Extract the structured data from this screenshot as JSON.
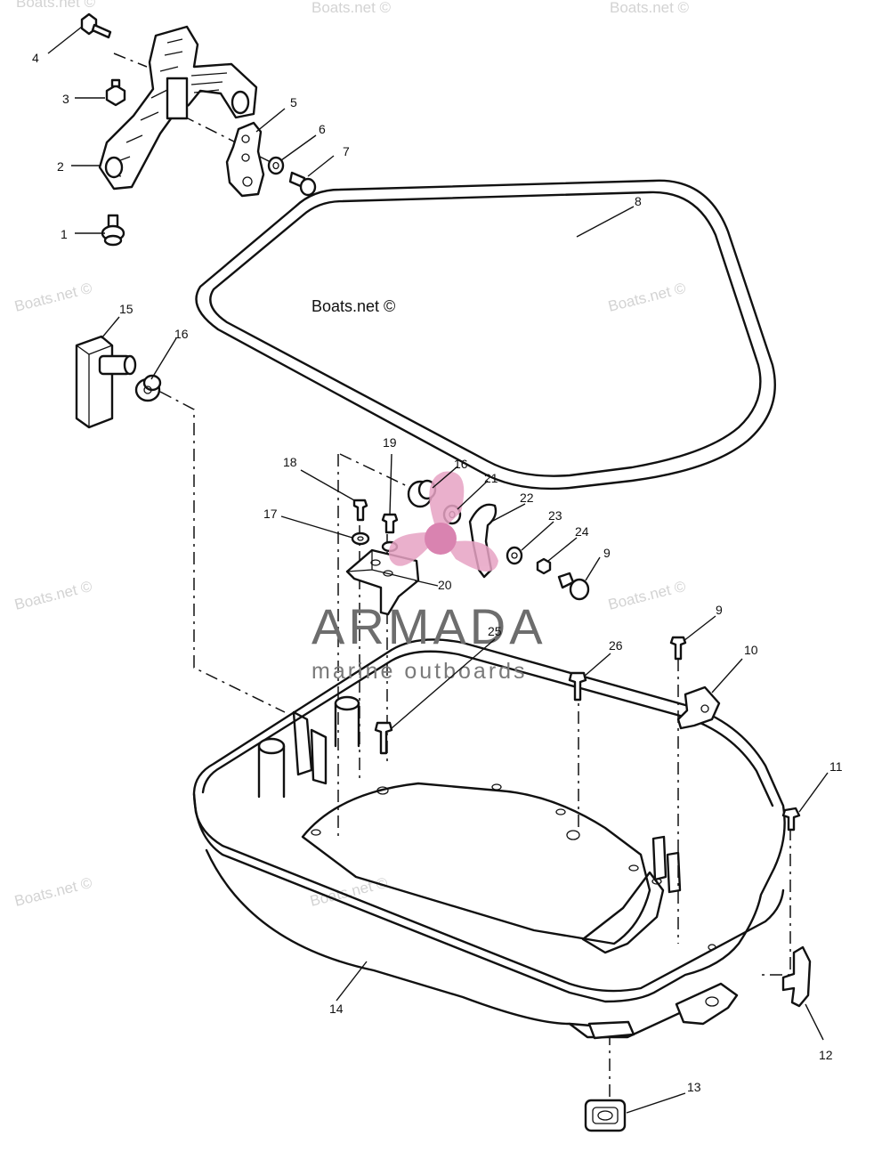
{
  "watermark": {
    "text": "Boats.net ©",
    "copyright": "Boats.net ©"
  },
  "brand": {
    "name": "ARMADA",
    "tagline": "marine outboards",
    "accent": "#e7a3c4",
    "accent_dark": "#d36ea3"
  },
  "callouts": [
    {
      "id": "1",
      "label": "1"
    },
    {
      "id": "2",
      "label": "2"
    },
    {
      "id": "3",
      "label": "3"
    },
    {
      "id": "4",
      "label": "4"
    },
    {
      "id": "5",
      "label": "5"
    },
    {
      "id": "6",
      "label": "6"
    },
    {
      "id": "7",
      "label": "7"
    },
    {
      "id": "8",
      "label": "8"
    },
    {
      "id": "9a",
      "label": "9"
    },
    {
      "id": "9b",
      "label": "9"
    },
    {
      "id": "10",
      "label": "10"
    },
    {
      "id": "11",
      "label": "11"
    },
    {
      "id": "12",
      "label": "12"
    },
    {
      "id": "13",
      "label": "13"
    },
    {
      "id": "14",
      "label": "14"
    },
    {
      "id": "15",
      "label": "15"
    },
    {
      "id": "16a",
      "label": "16"
    },
    {
      "id": "16b",
      "label": "16"
    },
    {
      "id": "17",
      "label": "17"
    },
    {
      "id": "18",
      "label": "18"
    },
    {
      "id": "19",
      "label": "19"
    },
    {
      "id": "20",
      "label": "20"
    },
    {
      "id": "21",
      "label": "21"
    },
    {
      "id": "22",
      "label": "22"
    },
    {
      "id": "23",
      "label": "23"
    },
    {
      "id": "24",
      "label": "24"
    },
    {
      "id": "25",
      "label": "25"
    },
    {
      "id": "26",
      "label": "26"
    }
  ]
}
